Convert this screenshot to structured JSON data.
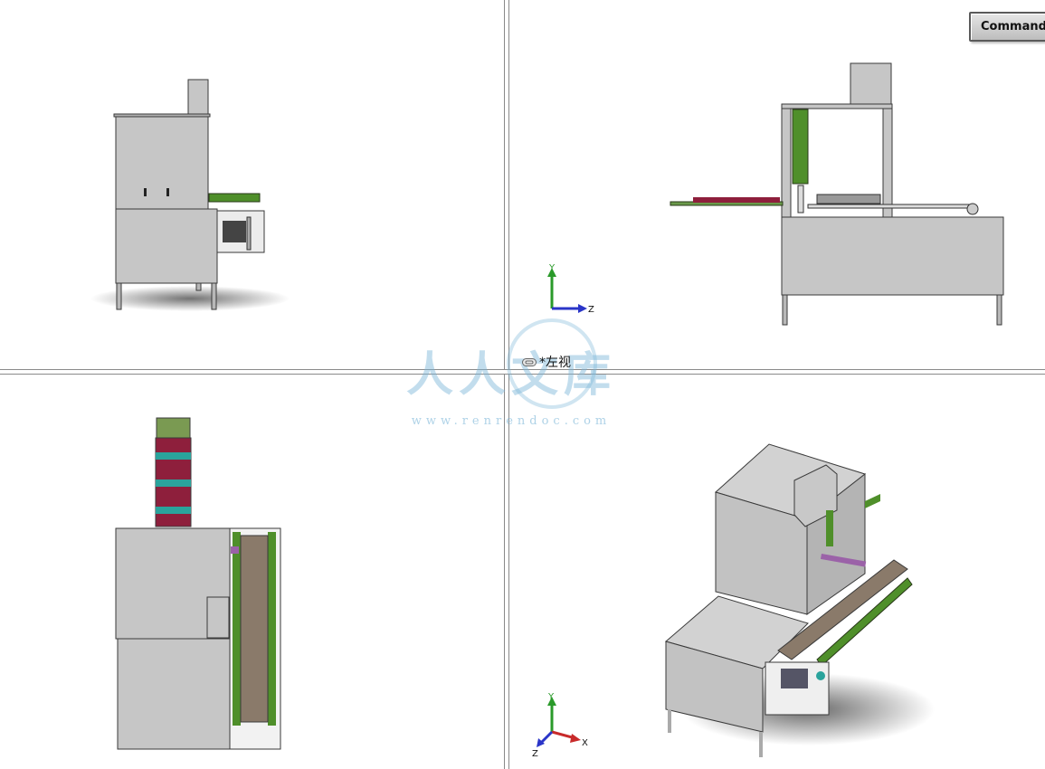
{
  "toolbar": {
    "command_manager_label": "CommandM"
  },
  "view_label": {
    "text": "*左视",
    "icon": "link-icon"
  },
  "watermark": {
    "brand": "人人文库",
    "url": "www.renrendoc.com"
  },
  "triads": {
    "top_right": {
      "y": "Y",
      "z": "Z"
    },
    "bottom_right": {
      "y": "Y",
      "z": "Z",
      "x": "X"
    }
  },
  "colors": {
    "part_gray": "#c6c6c6",
    "part_outline": "#3a3a3a",
    "green_panel": "#4f8f2a",
    "maroon_parts": "#8e1f3c",
    "teal_parts": "#2aa39c",
    "belt_brown": "#8a7a6a",
    "magenta_part": "#9b62a8",
    "axis_y": "#2a9a2a",
    "axis_z": "#2a35c8",
    "axis_x": "#c82a2a",
    "watermark_blue": "#78b4d7"
  }
}
